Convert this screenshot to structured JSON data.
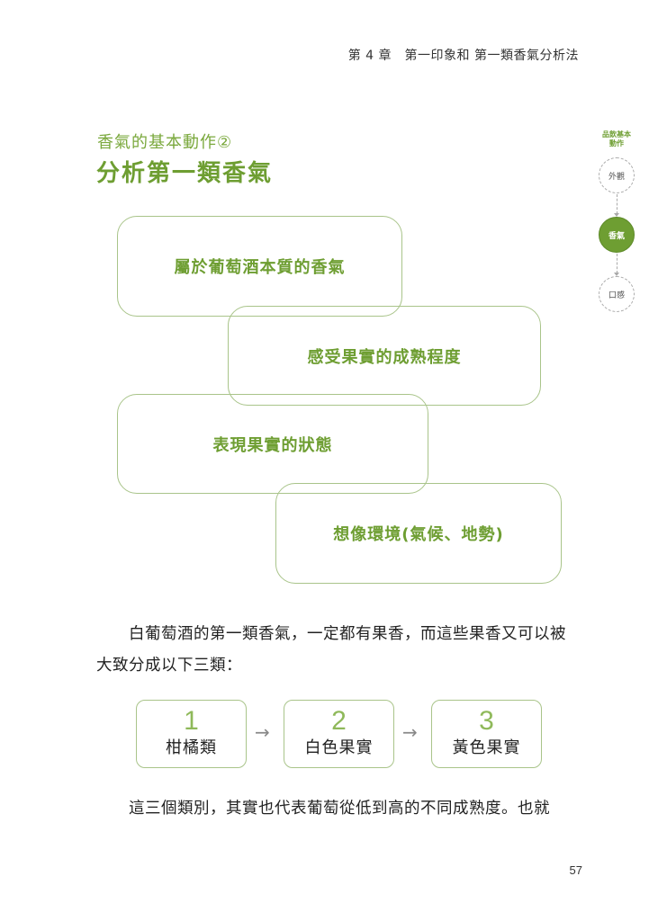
{
  "header": {
    "running_head": "第 4 章　第一印象和 第一類香氣分析法"
  },
  "section": {
    "label": "香氣的基本動作②",
    "title": "分析第一類香氣"
  },
  "side_nav": {
    "heading": "品飲基本\n動作",
    "steps": [
      {
        "label": "外觀",
        "active": false
      },
      {
        "label": "香氣",
        "active": true
      },
      {
        "label": "口感",
        "active": false
      }
    ]
  },
  "concept_boxes": [
    "屬於葡萄酒本質的香氣",
    "感受果實的成熟程度",
    "表現果實的狀態",
    "想像環境(氣候、地勢)"
  ],
  "paragraph_1": [
    "　　白葡萄酒的第一類香氣，一定都有果香，而這些果香又可以被",
    "大致分成以下三類："
  ],
  "categories": [
    {
      "number": "1",
      "name": "柑橘類"
    },
    {
      "number": "2",
      "name": "白色果實"
    },
    {
      "number": "3",
      "name": "黃色果實"
    }
  ],
  "arrow_glyph": "→",
  "paragraph_2": "　　這三個類別，其實也代表葡萄從低到高的不同成熟度。也就",
  "page_number": "57",
  "colors": {
    "accent": "#6e9e32",
    "box_border": "#a9c48a",
    "number": "#8fb95a"
  }
}
